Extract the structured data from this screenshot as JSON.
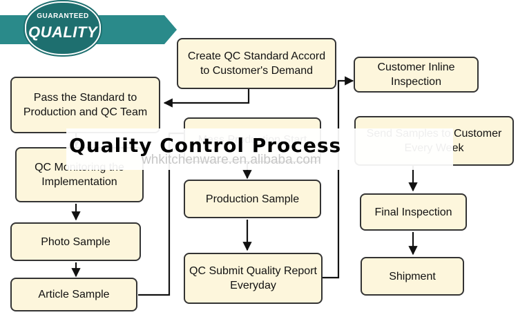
{
  "badge": {
    "top_line": "GUARANTEED",
    "main_line": "QUALITY"
  },
  "title": "Quality Control Process",
  "watermark": "whkitchenware.en.alibaba.com",
  "nodes": {
    "create_standard": "Create QC Standard Accord to Customer's Demand",
    "pass_standard": "Pass the Standard to Production and QC Team",
    "monitoring": "QC Monitoring the Implementation",
    "photo_sample": "Photo Sample",
    "article_sample": "Article Sample",
    "mass_production": "Mass Production Start",
    "production_sample": "Production Sample",
    "qc_report": "QC Submit Quality Report Everyday",
    "inline_inspection": "Customer Inline Inspection",
    "send_samples": "Send Samples to Customer Every Week",
    "final_inspection": "Final Inspection",
    "shipment": "Shipment"
  },
  "colors": {
    "node_fill": "#fdf6dc",
    "node_border": "#333333",
    "arrow": "#111111",
    "badge": "#2a8a8a"
  }
}
